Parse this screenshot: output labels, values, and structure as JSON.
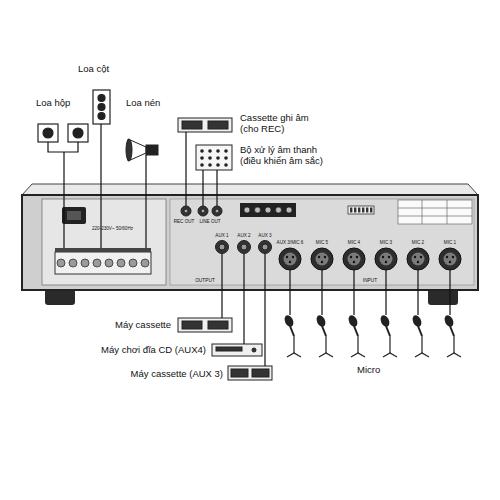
{
  "diagram": {
    "labels": [
      "Loa cột",
      "Loa hộp",
      "Loa nén",
      "Cassette ghi âm (cho REC)",
      "Bộ xử lý âm thanh (điều khiển âm sắc)",
      "Máy cassette",
      "Máy chơi đĩa CD (AUX4)",
      "Máy cassette (AUX 3)",
      "Micro",
      "220-230V~ 50/60Hz",
      "REC OUT",
      "LINE OUT",
      "OUTPUT",
      "INPUT",
      "AUX 1",
      "AUX 2",
      "AUX 3",
      "AUX 3/MIC 6",
      "MIC 5",
      "MIC 4",
      "MIC 3",
      "MIC 2",
      "MIC 1"
    ]
  }
}
